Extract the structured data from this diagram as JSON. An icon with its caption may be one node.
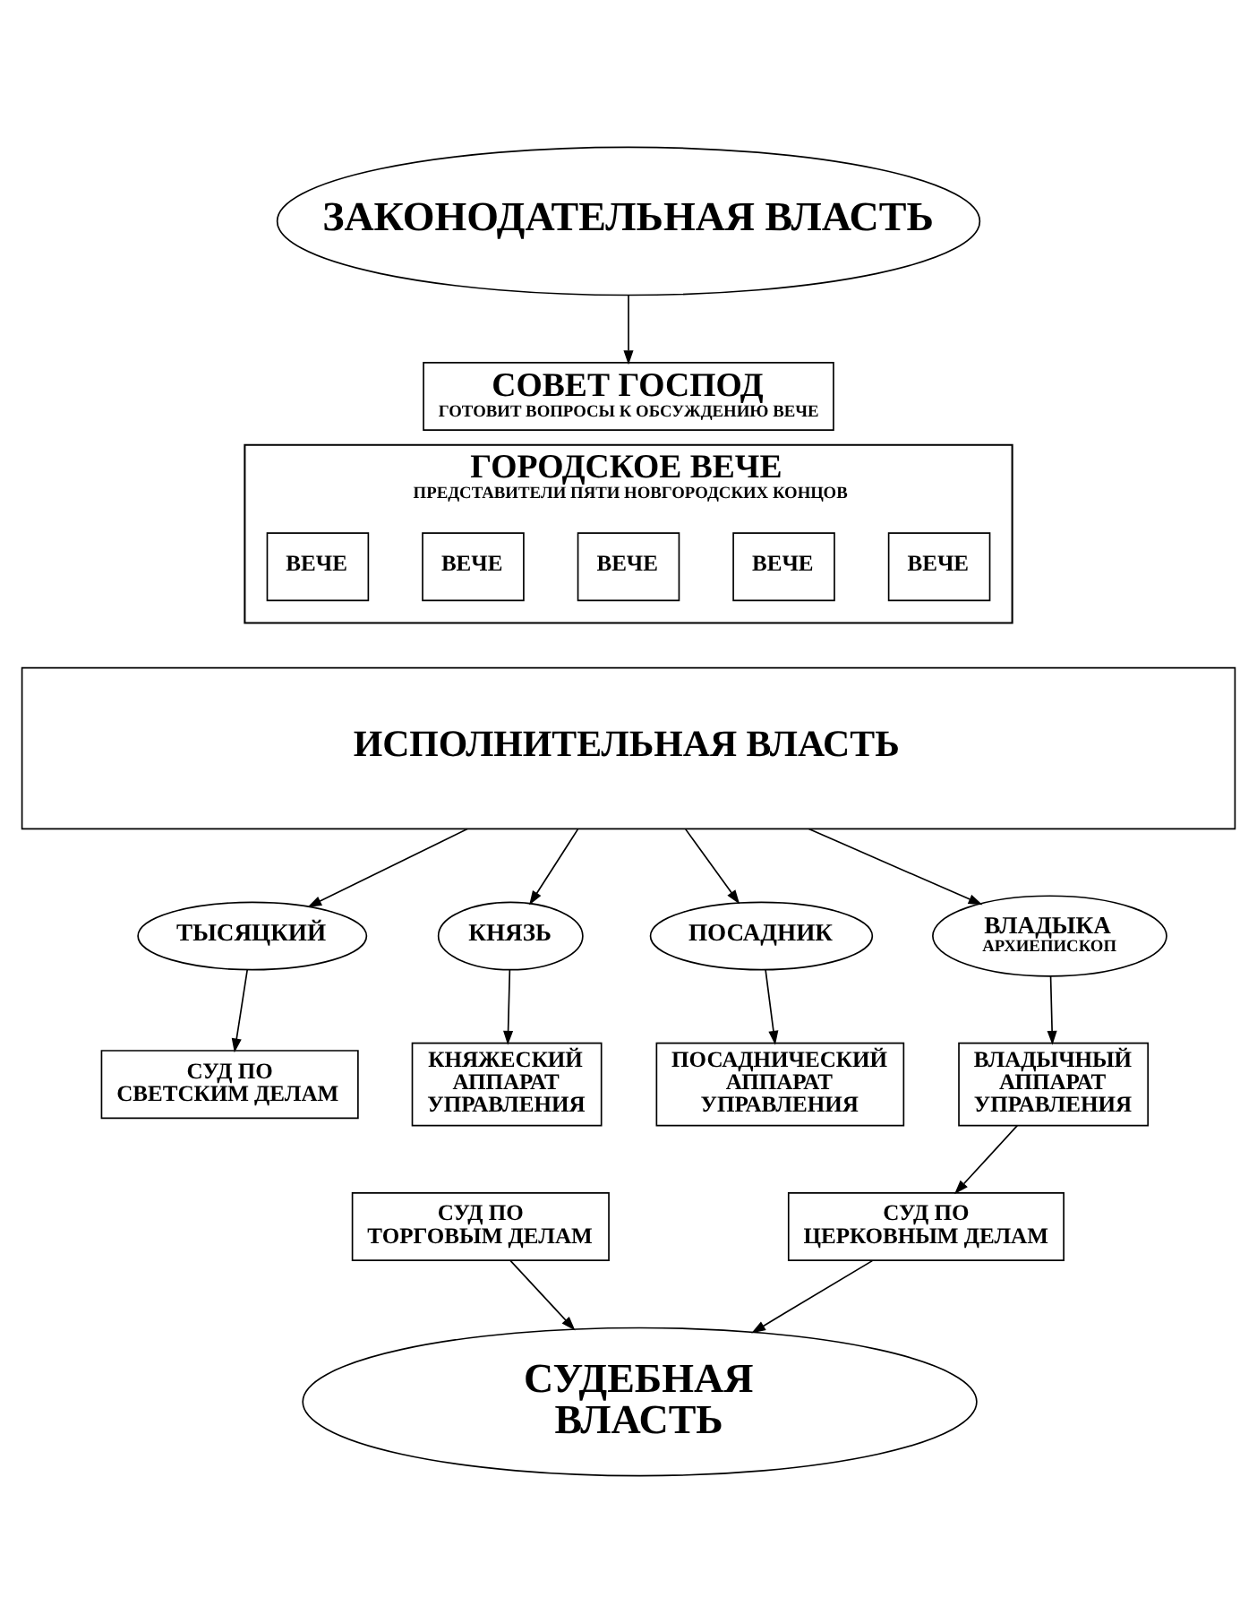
{
  "diagram": {
    "nodes": [
      {
        "text": [
          "ЗАКОНОДАТЕЛЬНАЯ ВЛАСТЬ"
        ]
      },
      {
        "text": [
          "СОВЕТ ГОСПОД",
          "ГОТОВИТ ВОПРОСЫ К ОБСУЖДЕНИЮ ВЕЧЕ"
        ]
      },
      {
        "text": [
          "ГОРОДСКОЕ ВЕЧЕ",
          "ПРЕДСТАВИТЕЛИ ПЯТИ НОВГОРОДСКИХ КОНЦОВ"
        ]
      },
      {
        "text": [
          "ВЕЧЕ"
        ],
        "in": 2
      },
      {
        "text": [
          "ВЕЧЕ"
        ],
        "in": 2
      },
      {
        "text": [
          "ВЕЧЕ"
        ],
        "in": 2
      },
      {
        "text": [
          "ВЕЧЕ"
        ],
        "in": 2
      },
      {
        "text": [
          "ВЕЧЕ"
        ],
        "in": 2
      },
      {
        "text": [
          "ИСПОЛНИТЕЛЬНАЯ ВЛАСТЬ"
        ]
      },
      {
        "text": [
          "ТЫСЯЦКИЙ"
        ]
      },
      {
        "text": [
          "КНЯЗЬ"
        ]
      },
      {
        "text": [
          "ПОСАДНИК"
        ]
      },
      {
        "text": [
          "ВЛАДЫКА",
          "АРХИЕПИСКОП"
        ]
      },
      {
        "text": [
          "СУД ПО СВЕТСКИМ ДЕЛАМ"
        ]
      },
      {
        "text": [
          "СУД ПО ТОРГОВЫМ ДЕЛАМ"
        ]
      },
      {
        "text": [
          "КНЯЖЕСКИЙ АППАРАТ УПРАВЛЕНИЯ"
        ]
      },
      {
        "text": [
          "ПОСАДНИЧЕСКИЙ АППАРАТ УПРАВЛЕНИЯ"
        ]
      },
      {
        "text": [
          "ВЛАДЫЧНЫЙ АППАРАТ УПРАВЛЕНИЯ"
        ]
      },
      {
        "text": [
          "СУД ПО ЦЕРКОВНЫМ ДЕЛАМ"
        ]
      },
      {
        "text": [
          "СУДЕБНАЯ ВЛАСТЬ"
        ]
      }
    ],
    "edges": [
      {
        "from": 0,
        "to": 1,
        "arrow": "to"
      },
      {
        "from": 8,
        "to": 9,
        "arrow": "to"
      },
      {
        "from": 8,
        "to": 10,
        "arrow": "to"
      },
      {
        "from": 8,
        "to": 11,
        "arrow": "to"
      },
      {
        "from": 8,
        "to": 12,
        "arrow": "to"
      },
      {
        "from": 9,
        "to": 13,
        "arrow": "to"
      },
      {
        "from": 10,
        "to": 15,
        "arrow": "to"
      },
      {
        "from": 11,
        "to": 16,
        "arrow": "to"
      },
      {
        "from": 12,
        "to": 17,
        "arrow": "to"
      },
      {
        "from": 17,
        "to": 18,
        "arrow": "to"
      },
      {
        "from": 14,
        "to": 19,
        "arrow": "to"
      },
      {
        "from": 18,
        "to": 19,
        "arrow": "to"
      }
    ]
  }
}
